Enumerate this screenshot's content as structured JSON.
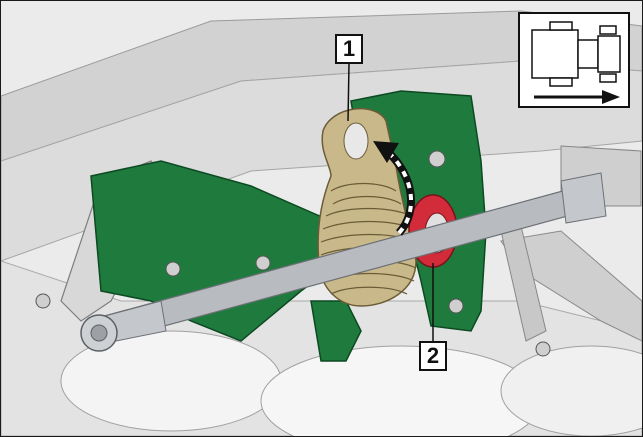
{
  "callouts": [
    {
      "label": "1",
      "target": "spring-pack"
    },
    {
      "label": "2",
      "target": "red-ring"
    }
  ],
  "inset": {
    "icon": "tractor-top-view-icon",
    "direction": "arrow-right-icon"
  },
  "colors": {
    "green_bracket": "#1f7a3d",
    "spring": "#c9b88a",
    "red_ring": "#d22b3a",
    "rod": "#b8bcc0",
    "frame_gray": "#d4d4d4"
  }
}
